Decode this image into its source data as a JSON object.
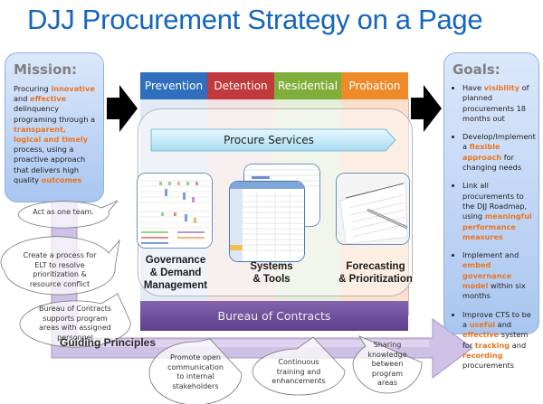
{
  "title": "DJJ Procurement Strategy on a Page",
  "mission": {
    "heading": "Mission:",
    "text_parts": [
      {
        "t": "Procuring ",
        "hl": false
      },
      {
        "t": "innovative",
        "hl": true
      },
      {
        "t": " and ",
        "hl": false
      },
      {
        "t": "effective",
        "hl": true
      },
      {
        "t": " delinquency programing through a ",
        "hl": false
      },
      {
        "t": "transparent, logical and timely",
        "hl": true
      },
      {
        "t": " process, using a proactive approach that delivers high quality ",
        "hl": false
      },
      {
        "t": "outcomes",
        "hl": true
      }
    ]
  },
  "goals": {
    "heading": "Goals:",
    "items": [
      [
        {
          "t": "Have ",
          "hl": false
        },
        {
          "t": "visibility",
          "hl": true
        },
        {
          "t": " of planned procurements 18 months out",
          "hl": false
        }
      ],
      [
        {
          "t": "Develop/Implement a ",
          "hl": false
        },
        {
          "t": "flexible approach",
          "hl": true
        },
        {
          "t": " for changing needs",
          "hl": false
        }
      ],
      [
        {
          "t": "Link all procurements to the DJJ Roadmap, using ",
          "hl": false
        },
        {
          "t": "meaningful performance measures",
          "hl": true
        }
      ],
      [
        {
          "t": "Implement and ",
          "hl": false
        },
        {
          "t": "embed governance model",
          "hl": true
        },
        {
          "t": " within six months",
          "hl": false
        }
      ],
      [
        {
          "t": "Improve CTS to be a ",
          "hl": false
        },
        {
          "t": "useful",
          "hl": true
        },
        {
          "t": " and ",
          "hl": false
        },
        {
          "t": "effective",
          "hl": true
        },
        {
          "t": " system for ",
          "hl": false
        },
        {
          "t": "tracking",
          "hl": true
        },
        {
          "t": " and ",
          "hl": false
        },
        {
          "t": "recording",
          "hl": true
        },
        {
          "t": " procurements",
          "hl": false
        }
      ]
    ]
  },
  "columns": [
    {
      "label": "Prevention",
      "header_color": "#2f6fbd",
      "bg_color": "#e2eaf5"
    },
    {
      "label": "Detention",
      "header_color": "#c0393b",
      "bg_color": "#f3e2e2"
    },
    {
      "label": "Residential",
      "header_color": "#7fae3a",
      "bg_color": "#e5eddb"
    },
    {
      "label": "Probation",
      "header_color": "#ee8a2a",
      "bg_color": "#fbe1cc"
    }
  ],
  "procure_services": "Procure Services",
  "pillars": [
    {
      "label_line1": "Governance",
      "label_line2": "& Demand",
      "label_line3": "Management",
      "image": "gantt-chart-image"
    },
    {
      "label_line1": "Systems",
      "label_line2": "& Tools",
      "label_line3": "",
      "image": "spreadsheet-screenshot-image"
    },
    {
      "label_line1": "Forecasting",
      "label_line2": "& Prioritization",
      "label_line3": "",
      "image": "planner-notebook-pen-image"
    }
  ],
  "bureau": "Bureau of Contracts",
  "guiding_principles": {
    "label": "Guiding Principles",
    "bubbles": [
      {
        "lines": [
          "Act as one team."
        ]
      },
      {
        "lines": [
          "Create a process for",
          "ELT to resolve",
          "prioritization &",
          "resource conflict"
        ]
      },
      {
        "lines": [
          "Bureau of Contracts",
          "supports program",
          "areas with assigned",
          "personnel"
        ]
      },
      {
        "lines": [
          "Promote open",
          "communication",
          "to internal",
          "stakeholders"
        ]
      },
      {
        "lines": [
          "Continuous",
          "training and",
          "enhancements"
        ]
      },
      {
        "lines": [
          "Sharing",
          "knowledge",
          "between",
          "program",
          "areas"
        ]
      }
    ]
  },
  "colors": {
    "title": "#1565c0",
    "highlight": "#e87722",
    "purple": "#7b5aa6",
    "guiding_arrow": "#c8b8e2"
  }
}
